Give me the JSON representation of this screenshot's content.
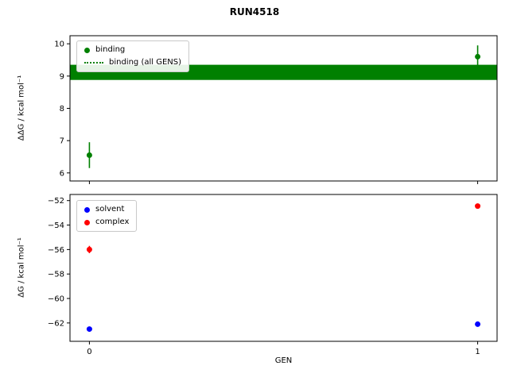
{
  "figure": {
    "title": "RUN4518",
    "xlabel": "GEN",
    "background": "#ffffff",
    "accent_green": "#008000",
    "accent_blue": "#0000ff",
    "accent_red": "#ff0000"
  },
  "chart_data": [
    {
      "type": "scatter",
      "name": "binding-free-energy-panel",
      "ylabel": "ΔΔG / kcal mol⁻¹",
      "xlim": [
        -0.05,
        1.05
      ],
      "ylim": [
        5.75,
        10.25
      ],
      "yticks": [
        6,
        7,
        8,
        9,
        10
      ],
      "xticks": [
        0,
        1
      ],
      "xticklabels": [
        "",
        ""
      ],
      "grid": false,
      "legend_position": "upper-left",
      "legend": [
        {
          "label": "binding",
          "marker": "dot",
          "color": "#008000"
        },
        {
          "label": "binding (all GENS)",
          "marker": "dotted-line",
          "color": "#008000"
        }
      ],
      "series": [
        {
          "name": "binding",
          "color": "#008000",
          "x": [
            0,
            1
          ],
          "y": [
            6.55,
            9.6
          ],
          "yerr": [
            0.4,
            0.35
          ]
        }
      ],
      "band": {
        "name": "binding (all GENS)",
        "color": "#008000",
        "x0": -0.05,
        "x1": 1.05,
        "y0": 8.88,
        "y1": 9.35
      }
    },
    {
      "type": "scatter",
      "name": "component-free-energy-panel",
      "ylabel": "ΔG / kcal mol⁻¹",
      "xlim": [
        -0.05,
        1.05
      ],
      "ylim": [
        -63.5,
        -51.5
      ],
      "yticks": [
        -52,
        -54,
        -56,
        -58,
        -60,
        -62
      ],
      "xticks": [
        0,
        1
      ],
      "xticklabels": [
        "0",
        "1"
      ],
      "grid": false,
      "legend_position": "upper-left",
      "legend": [
        {
          "label": "solvent",
          "marker": "dot",
          "color": "#0000ff"
        },
        {
          "label": "complex",
          "marker": "dot",
          "color": "#ff0000"
        }
      ],
      "series": [
        {
          "name": "solvent",
          "color": "#0000ff",
          "x": [
            0,
            1
          ],
          "y": [
            -62.5,
            -62.1
          ],
          "yerr": [
            0.15,
            0.15
          ]
        },
        {
          "name": "complex",
          "color": "#ff0000",
          "x": [
            0,
            1
          ],
          "y": [
            -56.0,
            -52.45
          ],
          "yerr": [
            0.3,
            0.2
          ]
        }
      ]
    }
  ]
}
